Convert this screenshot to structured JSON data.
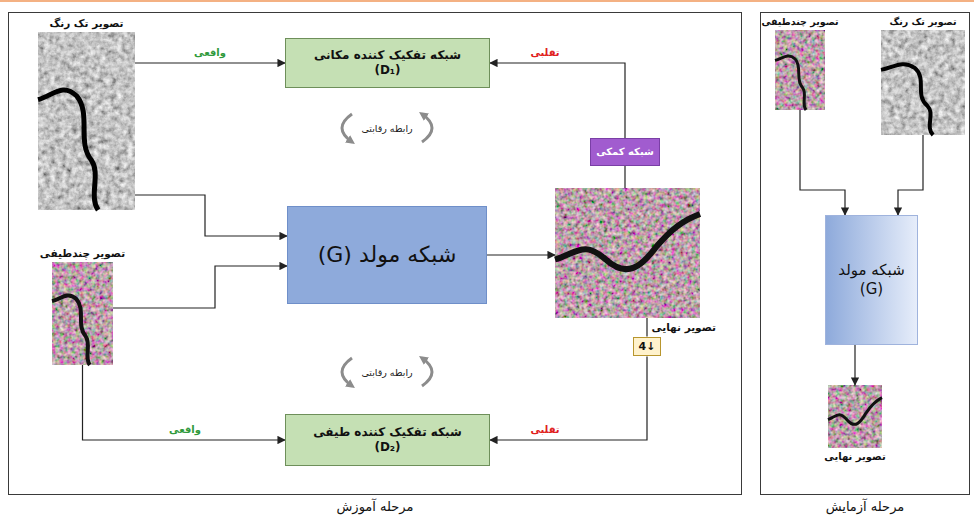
{
  "diagram": {
    "nodes": [
      {
        "text": [
          "مرحله آموزش"
        ]
      },
      {
        "text": [
          "تصویر تک رنگ"
        ],
        "in": 0
      },
      {
        "text": [
          "شبکه تفکیک کننده مکانی",
          "(D₁)"
        ],
        "in": 0
      },
      {
        "text": [
          "شبکه مولد (G)"
        ],
        "in": 0
      },
      {
        "text": [
          "تصویر چندطیفی"
        ],
        "in": 0
      },
      {
        "text": [
          "شبکه کمکی"
        ],
        "in": 0
      },
      {
        "text": [
          "تصویر نهایی"
        ],
        "in": 0
      },
      {
        "text": [
          "4↓"
        ],
        "in": 0
      },
      {
        "text": [
          "شبکه تفکیک کننده طیفی",
          "(D₂)"
        ],
        "in": 0
      },
      {
        "text": [
          "مرحله آزمایش"
        ]
      },
      {
        "text": [
          "تصویر چندطیفی"
        ],
        "in": 9
      },
      {
        "text": [
          "تصویر تک رنگ"
        ],
        "in": 9
      },
      {
        "text": [
          "شبکه مولد",
          "(G)"
        ],
        "in": 9
      },
      {
        "text": [
          "تصویر نهایی"
        ],
        "in": 9
      }
    ],
    "edges": [
      {
        "from": 1,
        "to": 2,
        "label": "واقعی",
        "arrow": "to"
      },
      {
        "from": 1,
        "to": 3,
        "arrow": "to"
      },
      {
        "from": 4,
        "to": 3,
        "arrow": "to"
      },
      {
        "from": 3,
        "to": 6,
        "arrow": "to"
      },
      {
        "from": 6,
        "to": 5,
        "arrow": "none"
      },
      {
        "from": 5,
        "to": 2,
        "label": "تقلبی",
        "arrow": "to"
      },
      {
        "from": 6,
        "to": 7,
        "arrow": "none"
      },
      {
        "from": 7,
        "to": 8,
        "label": "تقلبی",
        "arrow": "to"
      },
      {
        "from": 4,
        "to": 8,
        "label": "واقعی",
        "arrow": "to"
      },
      {
        "from": 10,
        "to": 12,
        "arrow": "to"
      },
      {
        "from": 11,
        "to": 12,
        "arrow": "to"
      },
      {
        "from": 12,
        "to": 13,
        "arrow": "to"
      }
    ],
    "labels": [
      "رابطه رقابتی",
      "رابطه رقابتی"
    ]
  }
}
